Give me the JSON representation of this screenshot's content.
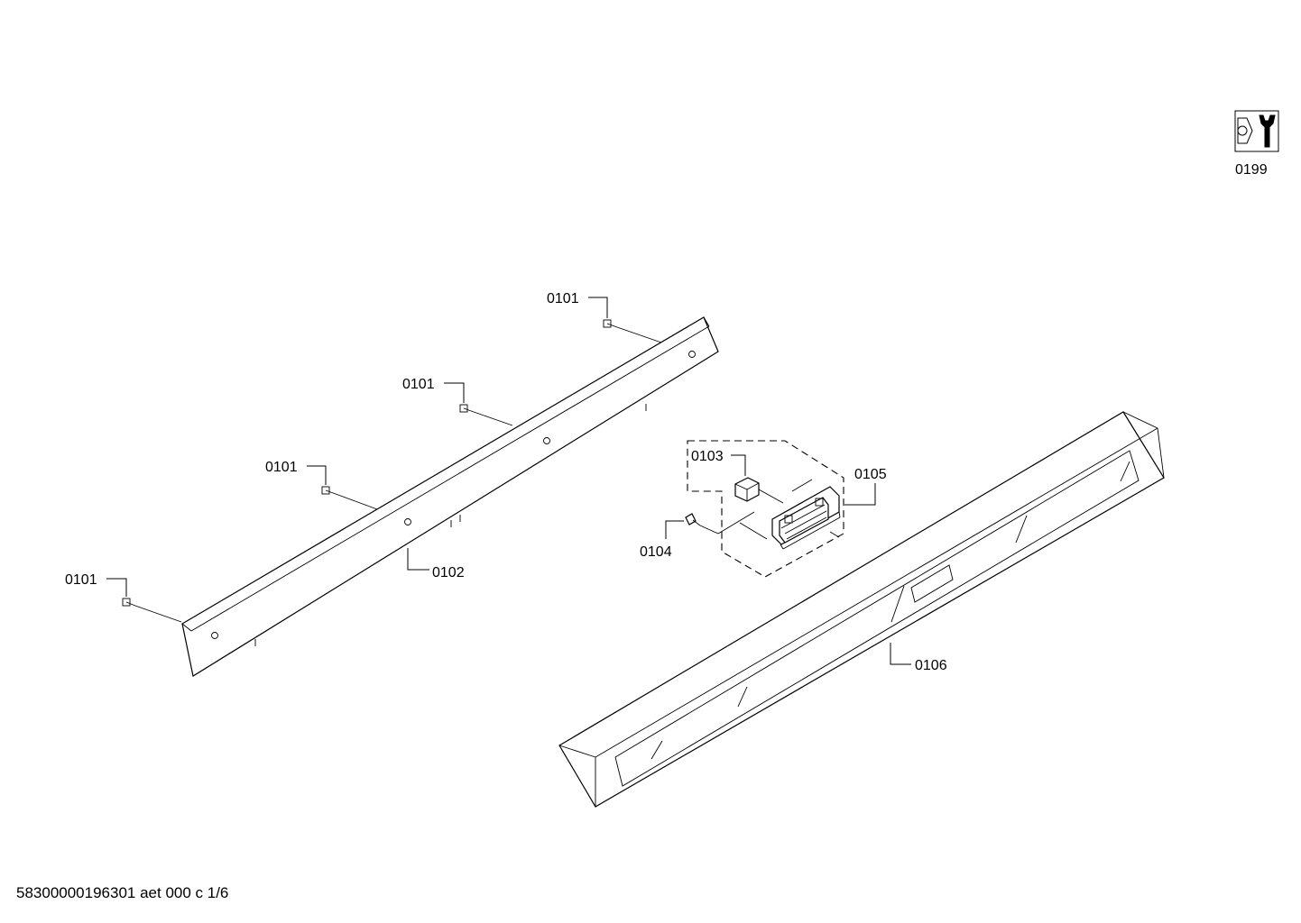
{
  "drawing": {
    "labels": {
      "service_kit": "0199",
      "screw": "0101",
      "rail": "0102",
      "module_part": "0103",
      "module_screw": "0104",
      "module": "0105",
      "panel": "0106"
    },
    "footer_code": "58300000196301 aet 000 c 1/6"
  },
  "icons": {
    "service": "hex-nut-wrench-icon"
  }
}
